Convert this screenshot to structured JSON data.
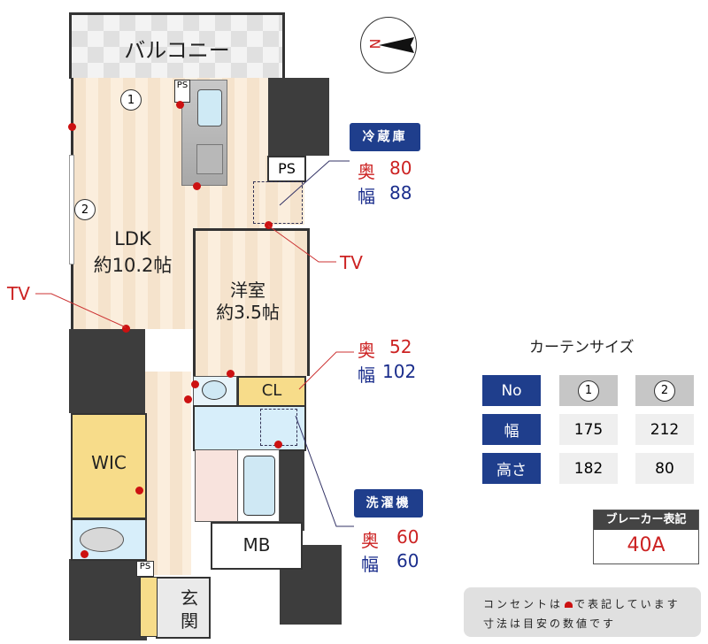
{
  "floor_plan": {
    "balcony_label": "バルコニー",
    "ldk": {
      "name": "LDK",
      "size": "約10.2帖"
    },
    "western_room": {
      "name": "洋室",
      "size": "約3.5帖"
    },
    "closet_label": "CL",
    "wic_label": "WIC",
    "mb_label": "MB",
    "entrance_label_1": "玄",
    "entrance_label_2": "関",
    "ps_labels": [
      "PS",
      "PS",
      "PS"
    ],
    "curtain_markers": [
      "1",
      "2"
    ],
    "tv_labels": [
      "TV",
      "TV"
    ],
    "compass_label": "N"
  },
  "fridge": {
    "title": "冷蔵庫",
    "depth_label": "奥",
    "depth": "80",
    "width_label": "幅",
    "width": "88"
  },
  "closet_dims": {
    "depth_label": "奥",
    "depth": "52",
    "width_label": "幅",
    "width": "102"
  },
  "washer": {
    "title": "洗濯機",
    "depth_label": "奥",
    "depth": "60",
    "width_label": "幅",
    "width": "60"
  },
  "curtain_table": {
    "title": "カーテンサイズ",
    "rows": [
      {
        "header": "No",
        "c1": "1",
        "c2": "2"
      },
      {
        "header": "幅",
        "c1": "175",
        "c2": "212"
      },
      {
        "header": "高さ",
        "c1": "182",
        "c2": "80"
      }
    ]
  },
  "breaker": {
    "title": "ブレーカー表記",
    "value": "40A"
  },
  "notes": {
    "line1_a": "コンセントは",
    "line1_b": "で表記しています",
    "line2": "寸法は目安の数値です"
  },
  "colors": {
    "accent_blue": "#1f3e8c",
    "accent_red": "#cc2222",
    "wall": "#3d3d3d"
  }
}
